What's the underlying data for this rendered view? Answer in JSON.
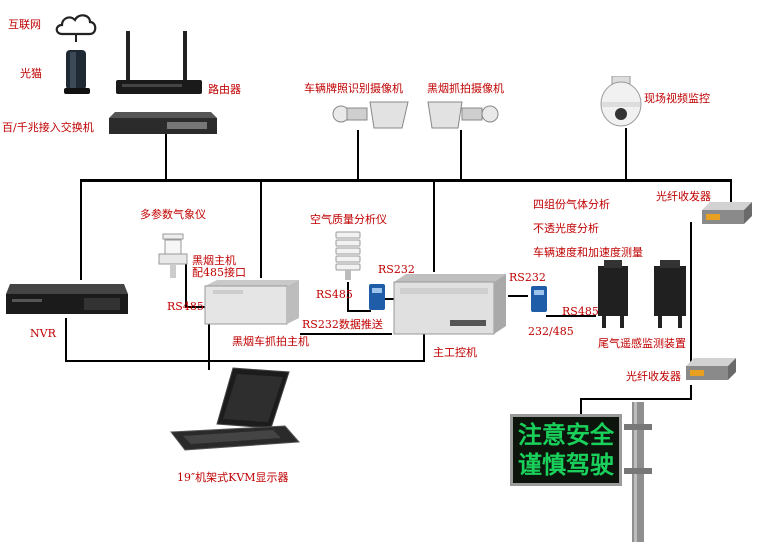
{
  "colors": {
    "label_text": "#c00000",
    "wire": "#000000",
    "led_text": "#19d05a",
    "led_bg": "#0c140c",
    "device_light": "#e6e6e6",
    "device_dark": "#1a1a1a"
  },
  "labels": {
    "internet": "互联网",
    "modem": "光猫",
    "router": "路由器",
    "switch": "百/千兆接入交换机",
    "plate_camera": "车辆牌照识别摄像机",
    "smoke_camera": "黑烟抓拍摄像机",
    "site_monitor": "现场视频监控",
    "weather_station": "多参数气象仪",
    "air_quality": "空气质量分析仪",
    "gas_analysis": "四组份气体分析",
    "opacity_analysis": "不透光度分析",
    "speed_measure": "车辆速度和加速度测量",
    "fiber_top": "光纤收发器",
    "fiber_bottom": "光纤收发器",
    "smoke_host_line1": "黑烟主机",
    "smoke_host_line2": "配485接口",
    "rs485_left": "RS485",
    "rs485_air": "RS485",
    "rs232_air": "RS232",
    "rs232_right": "RS232",
    "rs485_right": "RS485",
    "rs232_push": "RS232数据推送",
    "rs232_485": "232/485",
    "smoke_capture_host": "黑烟车抓拍主机",
    "main_ipc": "主工控机",
    "remote_sensing": "尾气遥感监测装置",
    "nvr": "NVR",
    "kvm": "19″机架式KVM显示器"
  },
  "led_sign": {
    "line1": "注意安全",
    "line2": "谨慎驾驶"
  }
}
